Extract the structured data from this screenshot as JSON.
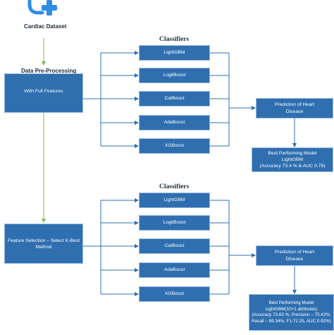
{
  "source": {
    "label": "Cardiac Dataset"
  },
  "colors": {
    "box": "#2f6fb0",
    "line": "#2f6fb0",
    "green": "#7cbf4a",
    "icon": "#2f8de4"
  },
  "stage1": {
    "preprocessing_label": "Data Pre-Processing",
    "features_box": "With Full Features",
    "classifiers_title": "Classifiers",
    "classifiers": [
      "LightGBM",
      "LogitBoost",
      "CatBoost",
      "AdaBoost",
      "XGBoost"
    ],
    "prediction": {
      "line1": "Prediction of Heart",
      "line2": "Disease"
    },
    "best": {
      "line1": "Best Performing Model",
      "line2": "LightGBM",
      "line3": "(Accuracy 73.4 % & AUC 0.79)"
    }
  },
  "stage2": {
    "features_box": {
      "line1": "Feature Selection – Select K-Best",
      "line2": "Method"
    },
    "classifiers_title": "Classifiers",
    "classifiers": [
      "LightGBM",
      "LogitBoost",
      "CatBoost",
      "AdaBoost",
      "XGBoost"
    ],
    "prediction": {
      "line1": "Prediction of Heart",
      "line2": "Disease"
    },
    "best": {
      "line1": "Best Performing Model",
      "line2": "LightGBM(10+1 attributes)",
      "line3": "(Accuracy 73.63 %, Precision – 75.42%,",
      "line4": "Recall – 69.34%, F1-72.25, AUC 0.92%)"
    }
  }
}
